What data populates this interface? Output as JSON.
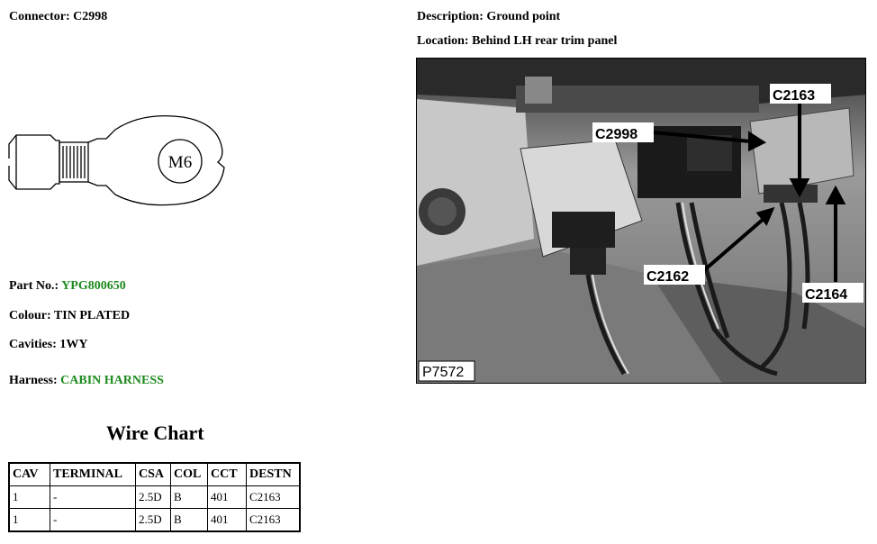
{
  "header": {
    "connector_label": "Connector:",
    "connector_value": "C2998",
    "description_label": "Description:",
    "description_value": "Ground point",
    "location_label": "Location:",
    "location_value": "Behind LH rear trim panel"
  },
  "drawing": {
    "terminal_text": "M6"
  },
  "info": {
    "part_no_label": "Part No.:",
    "part_no_value": "YPG800650",
    "colour_label": "Colour:",
    "colour_value": "TIN PLATED",
    "cavities_label": "Cavities:",
    "cavities_value": "1WY",
    "harness_label": "Harness:",
    "harness_value": "CABIN HARNESS"
  },
  "photo": {
    "image_code": "P7572",
    "callouts": [
      "C2998",
      "C2163",
      "C2162",
      "C2164"
    ]
  },
  "wire_chart": {
    "title": "Wire Chart",
    "headers": [
      "CAV",
      "TERMINAL",
      "CSA",
      "COL",
      "CCT",
      "DESTN"
    ],
    "rows": [
      [
        "1",
        "-",
        "2.5D",
        "B",
        "401",
        "C2163"
      ],
      [
        "1",
        "-",
        "2.5D",
        "B",
        "401",
        "C2163"
      ]
    ]
  },
  "colors": {
    "link_green": "#1e8a1e"
  }
}
